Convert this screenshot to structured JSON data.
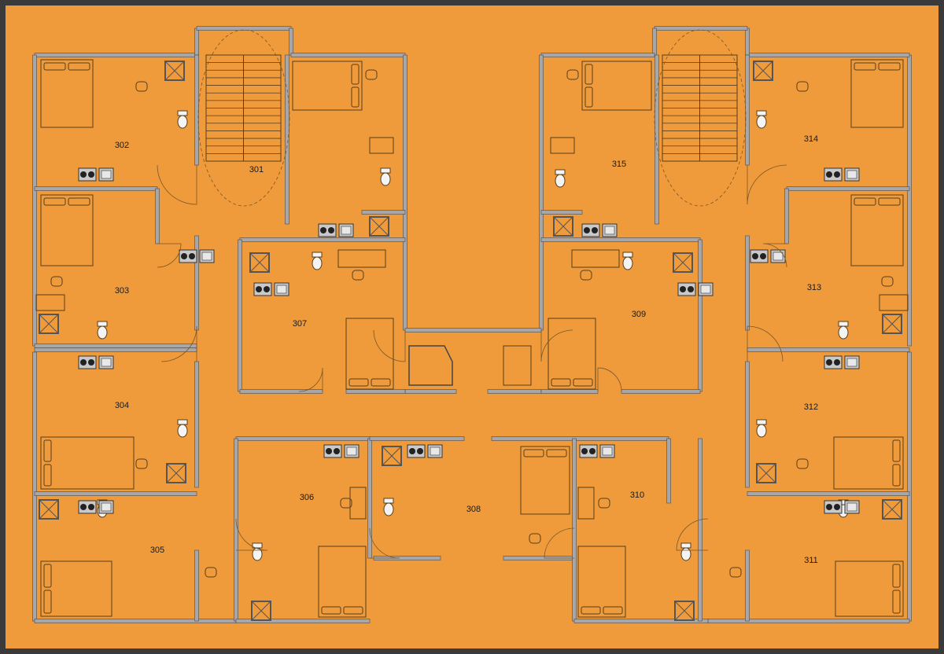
{
  "colors": {
    "frame": "#3a3a3a",
    "floor": "#ef9b3c",
    "wall": "#a7a7a9",
    "wall_edge": "#4a4a4a",
    "furniture_line": "#5a3d1a"
  },
  "rooms": [
    {
      "id": "r301",
      "label": "301"
    },
    {
      "id": "r302",
      "label": "302"
    },
    {
      "id": "r303",
      "label": "303"
    },
    {
      "id": "r304",
      "label": "304"
    },
    {
      "id": "r305",
      "label": "305"
    },
    {
      "id": "r306",
      "label": "306"
    },
    {
      "id": "r307",
      "label": "307"
    },
    {
      "id": "r308",
      "label": "308"
    },
    {
      "id": "r309",
      "label": "309"
    },
    {
      "id": "r310",
      "label": "310"
    },
    {
      "id": "r311",
      "label": "311"
    },
    {
      "id": "r312",
      "label": "312"
    },
    {
      "id": "r313",
      "label": "313"
    },
    {
      "id": "r314",
      "label": "314"
    },
    {
      "id": "r315",
      "label": "315"
    }
  ],
  "icons": [
    "stair-icon",
    "bed-icon",
    "toilet-icon",
    "sink-icon",
    "stove-icon",
    "shower-icon",
    "chair-icon",
    "door-icon"
  ]
}
